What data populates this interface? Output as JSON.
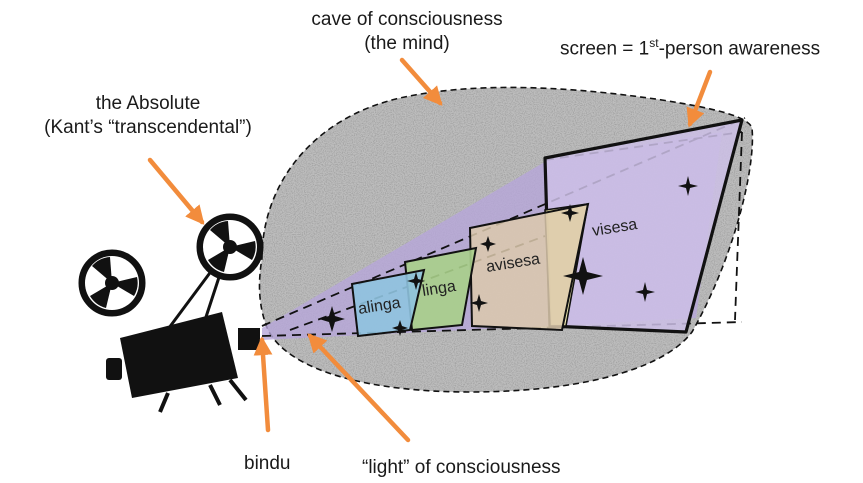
{
  "labels": {
    "cave_line1": "cave of consciousness",
    "cave_line2": "(the mind)",
    "screen_prefix": "screen = 1",
    "screen_sup": "st",
    "screen_suffix": "-person awareness",
    "absolute_line1": "the Absolute",
    "absolute_line2": "(Kant’s “transcendental”)",
    "bindu": "bindu",
    "light": "“light” of consciousness"
  },
  "frames": {
    "alinga": "alinga",
    "linga": "linga",
    "avisesa": "avisesa",
    "visesa": "visesa"
  },
  "colors": {
    "arrow": "#f28c3c",
    "beam": "#b7a6d9",
    "alinga": "#8fc3df",
    "linga": "#a9cf8a",
    "avisesa": "#dcc9ad",
    "visesa_strip": "#f1eaa7",
    "screen_fill": "#cdbfe6",
    "outline": "#111111"
  },
  "icons": [
    "film-projector-icon",
    "star-sparkle-icon"
  ]
}
